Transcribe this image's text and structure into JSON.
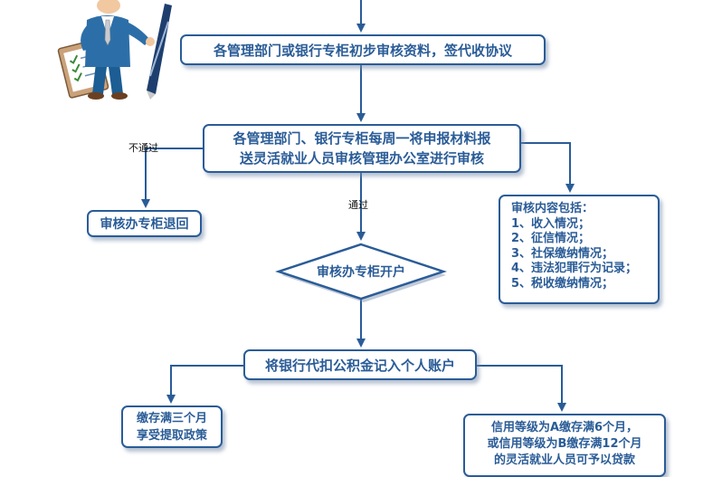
{
  "steps": {
    "sign": "各管理部门或银行专柜初步审核资料，签代收协议",
    "weekly_line1": "各管理部门、银行专柜每周一将申报材料报",
    "weekly_line2": "送灵活就业人员审核管理办公室进行审核",
    "return": "审核办专柜退回",
    "open_account": "审核办专柜开户",
    "record": "将银行代扣公积金记入个人账户",
    "three_line1": "缴存满三个月",
    "three_line2": "享受提取政策",
    "loan_line1": "信用等级为A缴存满6个月，",
    "loan_line2": "或信用等级为B缴存满12个月",
    "loan_line3": "的灵活就业人员可予以贷款"
  },
  "review": {
    "title": "审核内容包括：",
    "items": [
      "1、收入情况；",
      "2、征信情况；",
      "3、社保缴纳情况；",
      "4、违法犯罪行为记录；",
      "5、税收缴纳情况；"
    ]
  },
  "edges": {
    "fail": "不通过",
    "pass": "通过"
  },
  "colors": {
    "border": "#2a5c97",
    "line": "#2a5c97"
  }
}
